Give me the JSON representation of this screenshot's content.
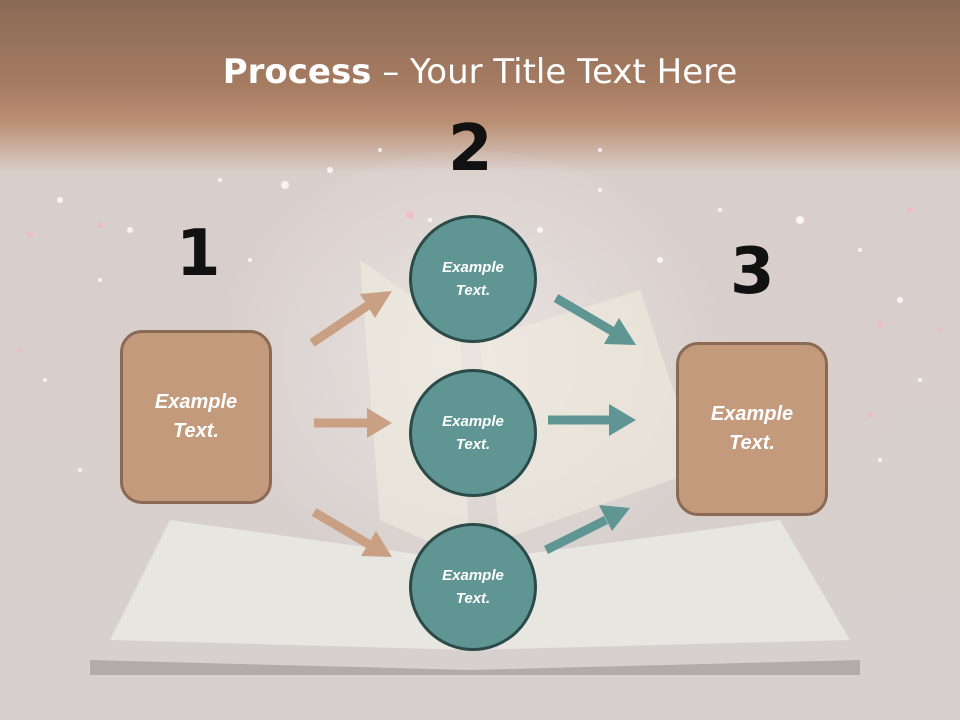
{
  "title": {
    "bold": "Process",
    "rest": " – Your Title Text Here"
  },
  "step_numbers": [
    "1",
    "2",
    "3"
  ],
  "left_box": {
    "text": "Example\nText."
  },
  "circles": [
    {
      "text": "Example\nText."
    },
    {
      "text": "Example\nText."
    },
    {
      "text": "Example\nText."
    }
  ],
  "right_box": {
    "text": "Example\nText."
  },
  "colors": {
    "box_fill": "#c49a7c",
    "circle_fill": "#5f9693",
    "arrow_tan": "#c9a083",
    "arrow_teal": "#5f9693",
    "header_band": "#b4866a"
  }
}
